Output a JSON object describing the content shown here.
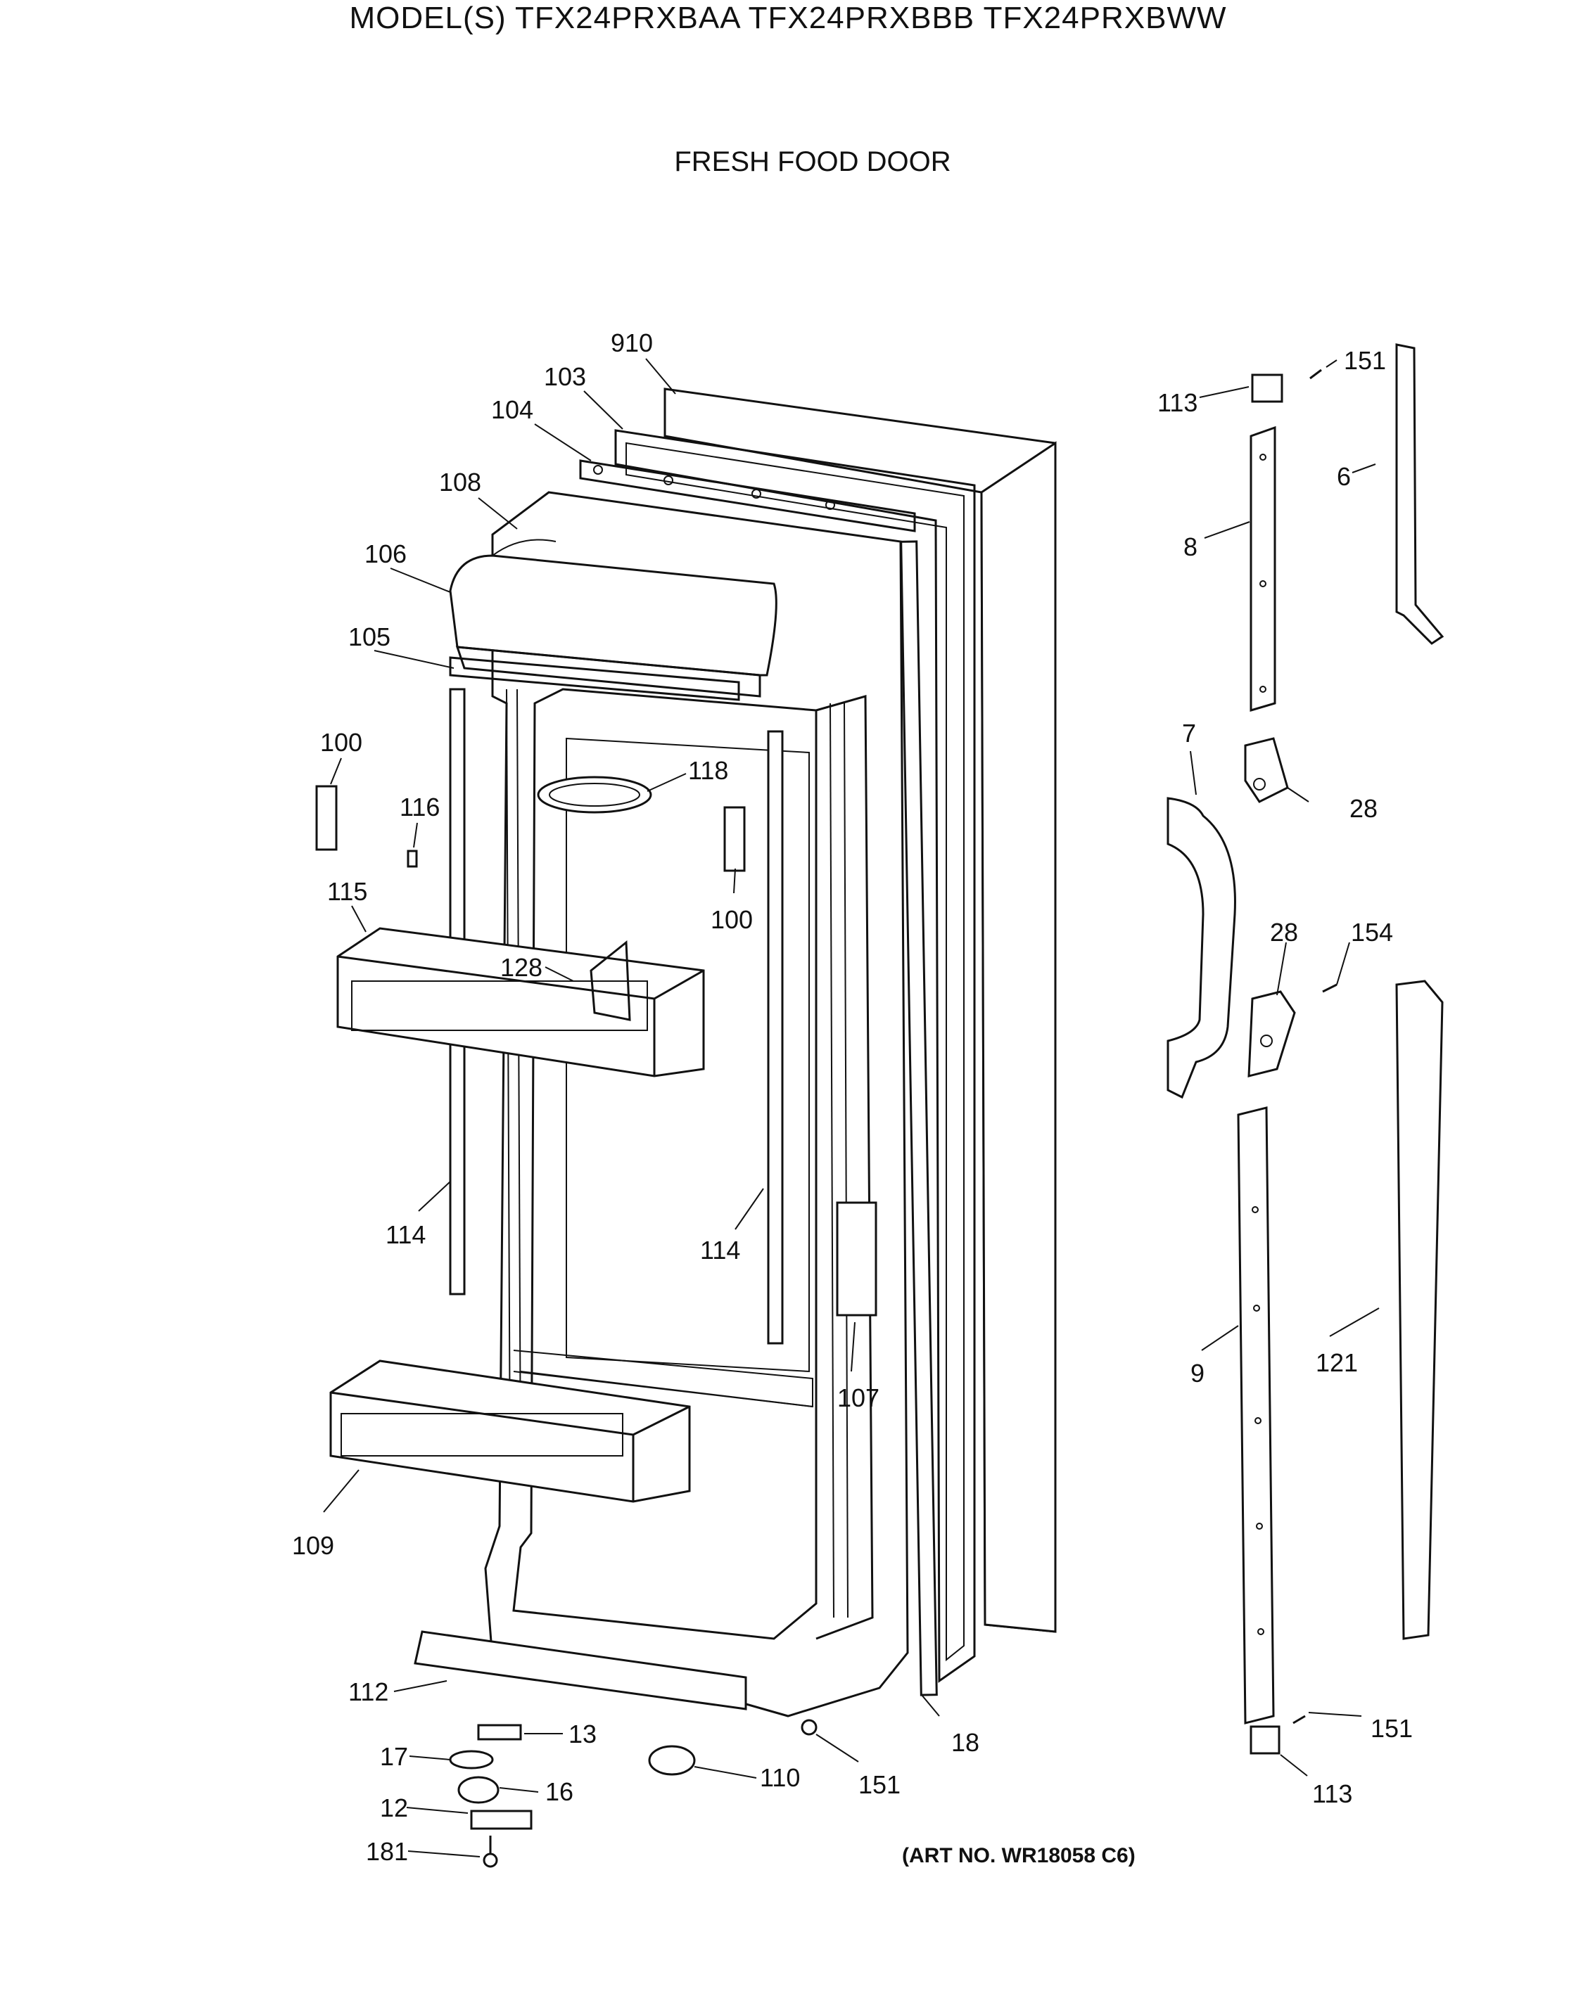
{
  "header": {
    "models": "MODEL(S) TFX24PRXBAA  TFX24PRXBBB  TFX24PRXBWW",
    "section": "FRESH FOOD DOOR"
  },
  "footer": {
    "art_no": "(ART NO. WR18058 C6)"
  },
  "callouts": {
    "c910": "910",
    "c103": "103",
    "c104": "104",
    "c108": "108",
    "c106": "106",
    "c105": "105",
    "c100a": "100",
    "c116": "116",
    "c118": "118",
    "c100b": "100",
    "c115": "115",
    "c128": "128",
    "c114a": "114",
    "c114b": "114",
    "c107": "107",
    "c109": "109",
    "c112": "112",
    "c13": "13",
    "c17": "17",
    "c16": "16",
    "c12": "12",
    "c181": "181",
    "c110": "110",
    "c151a": "151",
    "c18": "18",
    "c113a": "113",
    "c151b": "151",
    "c6": "6",
    "c8": "8",
    "c7": "7",
    "c28a": "28",
    "c28b": "28",
    "c154": "154",
    "c9": "9",
    "c121": "121",
    "c151c": "151",
    "c113b": "113"
  }
}
